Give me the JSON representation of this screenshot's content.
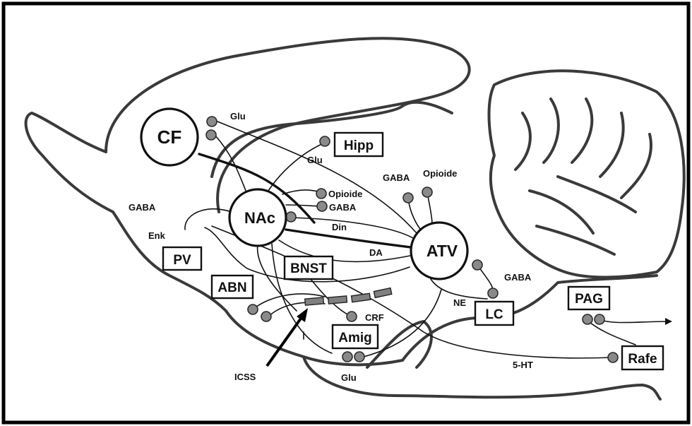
{
  "structures": {
    "cf": "CF",
    "nac": "NAc",
    "atv": "ATV",
    "hipp": "Hipp",
    "pv": "PV",
    "abn": "ABN",
    "bnst": "BNST",
    "amig": "Amig",
    "lc": "LC",
    "pag": "PAG",
    "rafe": "Rafe"
  },
  "labels": {
    "glu_cf": "Glu",
    "glu_hipp": "Glu",
    "glu_amig": "Glu",
    "gaba_pv": "GABA",
    "enk": "Enk",
    "opioide_nac": "Opioide",
    "gaba_nac": "GABA",
    "din": "Din",
    "da": "DA",
    "gaba_atv": "GABA",
    "opioide_atv": "Opioide",
    "gaba_lc": "GABA",
    "ne": "NE",
    "crf": "CRF",
    "icss": "ICSS",
    "ht5": "5-HT"
  }
}
